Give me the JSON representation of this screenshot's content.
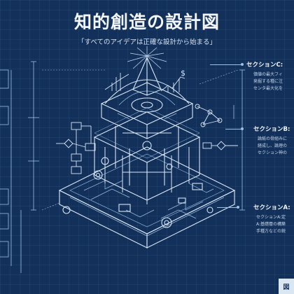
{
  "header": {
    "title": "知的創造の設計図",
    "subtitle": "「すべてのアイデアは正確な設計から始まる」"
  },
  "sections": {
    "c": {
      "title": "セクションC:",
      "lines": [
        "価値の最大フィ",
        "発掘する種に注",
        "センタ最大化を"
      ]
    },
    "b": {
      "title": "セクションB:",
      "lines": [
        "論紙の骨組みに",
        "経成し、論理の",
        "セクション神の"
      ]
    },
    "a": {
      "title": "セクションA:",
      "lines": [
        "セクションA:定",
        "A:基礎層の構築",
        "手種方などの鋭"
      ]
    }
  },
  "corner": {
    "label": "図"
  },
  "colors": {
    "background": "#12305a",
    "line": "#d9e7f6",
    "accent": "#9ec0e6"
  }
}
